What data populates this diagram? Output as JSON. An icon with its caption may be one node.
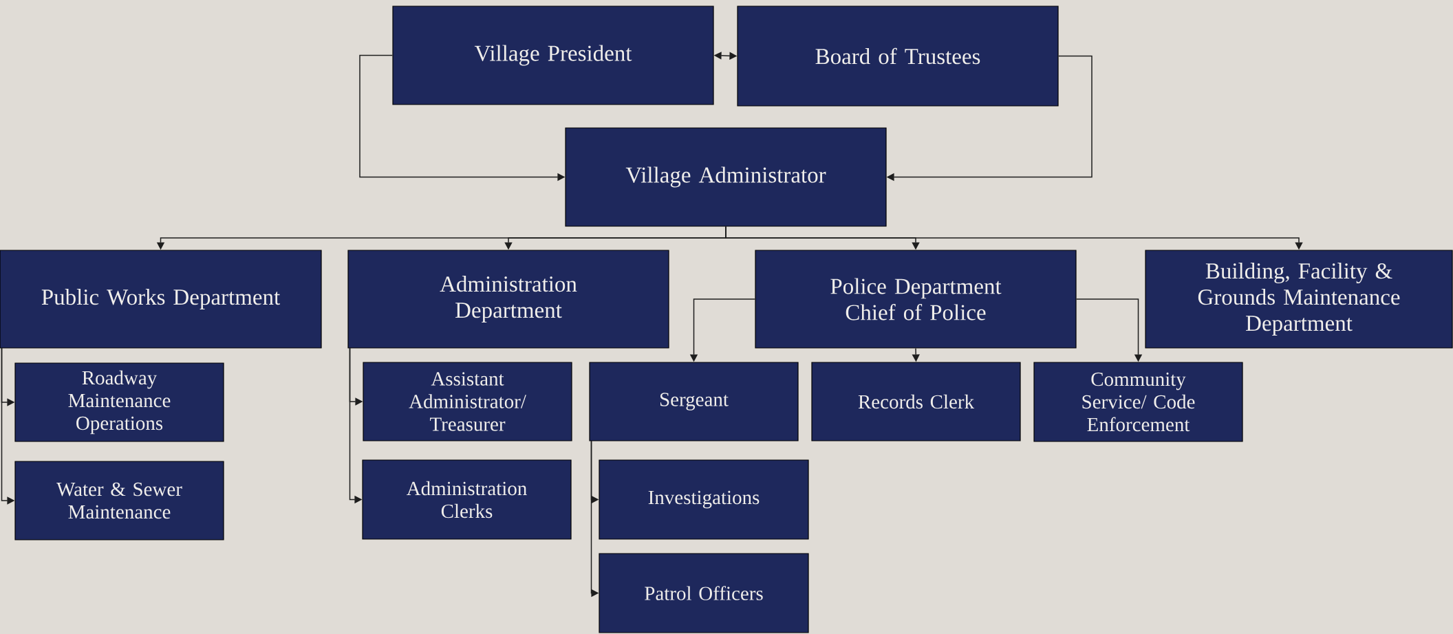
{
  "diagram": {
    "nodes": [
      {
        "text": [
          "Village President"
        ]
      },
      {
        "text": [
          "Board of Trustees"
        ]
      },
      {
        "text": [
          "Village Administrator"
        ]
      },
      {
        "text": [
          "Public Works Department"
        ]
      },
      {
        "text": [
          "Roadway Maintenance Operations"
        ]
      },
      {
        "text": [
          "Water & Sewer Maintenance"
        ]
      },
      {
        "text": [
          "Administration Department"
        ]
      },
      {
        "text": [
          "Assistant Administrator/ Treasurer"
        ]
      },
      {
        "text": [
          "Administration Clerks"
        ]
      },
      {
        "text": [
          "Police Department Chief of Police"
        ]
      },
      {
        "text": [
          "Sergeant"
        ]
      },
      {
        "text": [
          "Investigations"
        ]
      },
      {
        "text": [
          "Patrol Officers"
        ]
      },
      {
        "text": [
          "Records Clerk"
        ]
      },
      {
        "text": [
          "Community Service/ Code Enforcement"
        ]
      },
      {
        "text": [
          "Building, Facility & Grounds Maintenance Department"
        ]
      }
    ],
    "edges": [
      {
        "from": 0,
        "to": 1,
        "arrow": "both"
      },
      {
        "from": 0,
        "to": 2,
        "arrow": "to"
      },
      {
        "from": 1,
        "to": 2,
        "arrow": "to"
      },
      {
        "from": 2,
        "to": 3,
        "arrow": "to"
      },
      {
        "from": 2,
        "to": 6,
        "arrow": "to"
      },
      {
        "from": 2,
        "to": 9,
        "arrow": "to"
      },
      {
        "from": 2,
        "to": 15,
        "arrow": "to"
      },
      {
        "from": 3,
        "to": 4,
        "arrow": "to"
      },
      {
        "from": 3,
        "to": 5,
        "arrow": "to"
      },
      {
        "from": 6,
        "to": 7,
        "arrow": "to"
      },
      {
        "from": 6,
        "to": 8,
        "arrow": "to"
      },
      {
        "from": 9,
        "to": 10,
        "arrow": "to"
      },
      {
        "from": 9,
        "to": 13,
        "arrow": "to"
      },
      {
        "from": 9,
        "to": 14,
        "arrow": "to"
      },
      {
        "from": 10,
        "to": 11,
        "arrow": "to"
      },
      {
        "from": 10,
        "to": 12,
        "arrow": "to"
      }
    ]
  }
}
